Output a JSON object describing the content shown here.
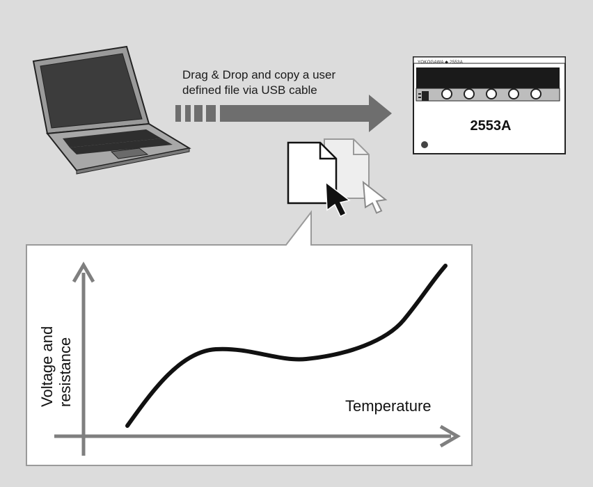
{
  "transfer": {
    "caption_line1": "Drag & Drop and copy a user",
    "caption_line2": "defined file via USB cable"
  },
  "device": {
    "brand": "YOKOGAWA ◆ 2553A",
    "model": "2553A"
  },
  "graph": {
    "y_label_line1": "Voltage and",
    "y_label_line2": "resistance",
    "x_label": "Temperature"
  },
  "colors": {
    "background": "#dcdcdc",
    "arrow": "#6e6e6e",
    "axis": "#7f7f7f",
    "curve": "#111111"
  },
  "icons": [
    "laptop-icon",
    "document-icon",
    "cursor-icon"
  ]
}
